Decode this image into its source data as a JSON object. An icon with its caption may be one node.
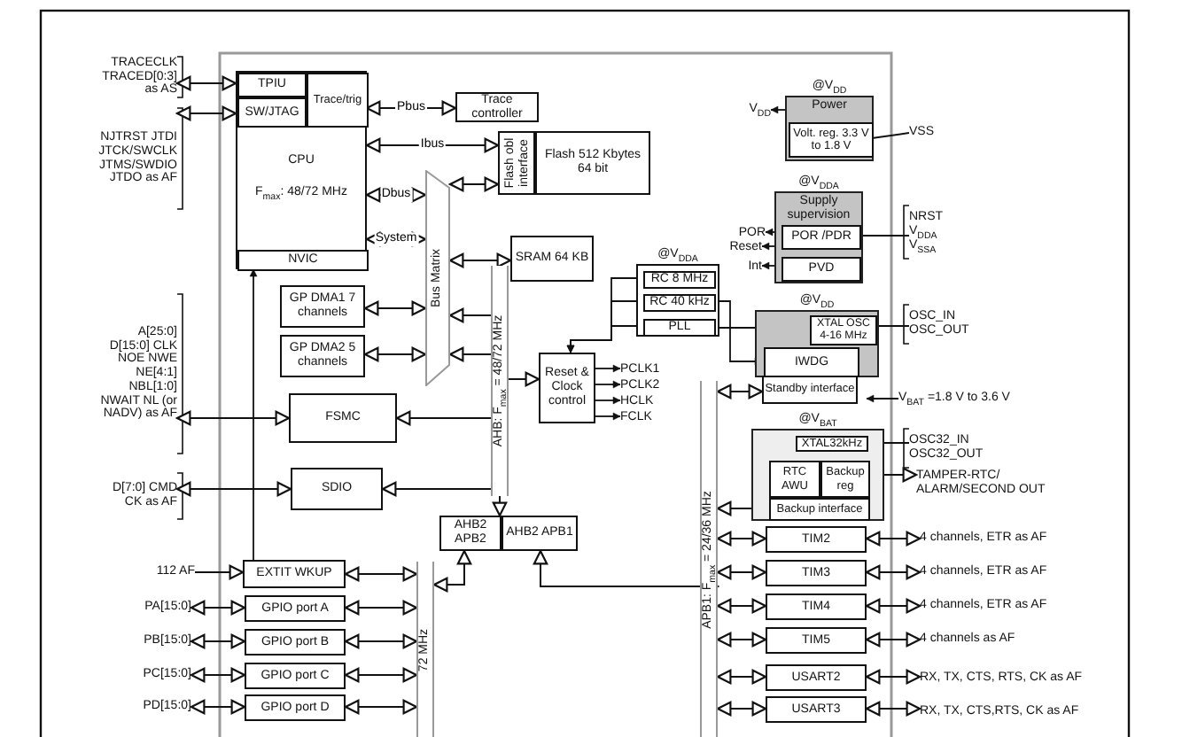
{
  "diagram": {
    "nodes": [
      {
        "text": [
          "CPU",
          "F$_{max}$: 48/72 MHz"
        ]
      },
      {
        "text": [
          "TPIU"
        ],
        "in": 0
      },
      {
        "text": [
          "SW/JTAG"
        ],
        "in": 0
      },
      {
        "text": [
          "Trace/trig"
        ],
        "in": 0
      },
      {
        "text": [
          "NVIC"
        ],
        "in": 0
      },
      {
        "text": [
          "Trace controller"
        ]
      },
      {
        "text": [
          "Flash obl interface"
        ]
      },
      {
        "text": [
          "Flash 512 Kbytes 64 bit"
        ]
      },
      {
        "text": [
          "Bus Matrix"
        ]
      },
      {
        "text": [
          "SRAM 64 KB"
        ]
      },
      {
        "text": [
          "GP DMA1 7 channels"
        ]
      },
      {
        "text": [
          "GP DMA2 5 channels"
        ]
      },
      {
        "text": [
          "FSMC"
        ]
      },
      {
        "text": [
          "SDIO"
        ]
      },
      {
        "text": [
          "Reset & Clock control"
        ]
      },
      {
        "text": [
          "@V$_{DDA}$"
        ]
      },
      {
        "text": [
          "RC 8 MHz"
        ],
        "in": 15
      },
      {
        "text": [
          "RC 40 kHz"
        ],
        "in": 15
      },
      {
        "text": [
          "PLL"
        ],
        "in": 15
      },
      {
        "text": [
          "@V$_{DD}$",
          "Power"
        ]
      },
      {
        "text": [
          "Volt. reg. 3.3 V to 1.8 V"
        ],
        "in": 19
      },
      {
        "text": [
          "@V$_{DDA}$",
          "Supply supervision"
        ]
      },
      {
        "text": [
          "POR /PDR"
        ],
        "in": 21
      },
      {
        "text": [
          "PVD"
        ],
        "in": 21
      },
      {
        "text": [
          "@V$_{DD}$"
        ]
      },
      {
        "text": [
          "XTAL OSC 4-16 MHz"
        ],
        "in": 24
      },
      {
        "text": [
          "IWDG"
        ],
        "in": 24
      },
      {
        "text": [
          "Standby interface"
        ]
      },
      {
        "text": [
          "@V$_{BAT}$"
        ]
      },
      {
        "text": [
          "XTAL32kHz"
        ],
        "in": 28
      },
      {
        "text": [
          "RTC AWU"
        ],
        "in": 28
      },
      {
        "text": [
          "Backup reg"
        ],
        "in": 28
      },
      {
        "text": [
          "Backup interface"
        ],
        "in": 28
      },
      {
        "text": [
          "AHB2 APB2"
        ]
      },
      {
        "text": [
          "AHB2 APB1"
        ]
      },
      {
        "text": [
          "EXTIT WKUP"
        ]
      },
      {
        "text": [
          "GPIO port A"
        ]
      },
      {
        "text": [
          "GPIO port B"
        ]
      },
      {
        "text": [
          "GPIO port C"
        ]
      },
      {
        "text": [
          "GPIO port D"
        ]
      },
      {
        "text": [
          "TIM2"
        ]
      },
      {
        "text": [
          "TIM3"
        ]
      },
      {
        "text": [
          "TIM4"
        ]
      },
      {
        "text": [
          "TIM5"
        ]
      },
      {
        "text": [
          "USART2"
        ]
      },
      {
        "text": [
          "USART3"
        ]
      },
      {
        "text": [
          "APB1: F$_{max}$ = 24/36 MHz"
        ]
      },
      {
        "text": [
          "72 MHz"
        ]
      },
      {
        "text": [
          "AHB: F$_{max}$ = 48/72 MHz"
        ]
      },
      {
        "text": [
          "TRACECLK TRACED[0:3] as AS"
        ]
      },
      {
        "text": [
          "NJTRST JTDI JTCK/SWCLK JTMS/SWDIO JTDO as AF"
        ]
      },
      {
        "text": [
          "A[25:0] D[15:0] CLK NOE NWE NE[4:1] NBL[1:0] NWAIT NL (or NADV) as AF"
        ]
      },
      {
        "text": [
          "D[7:0] CMD CK as AF"
        ]
      },
      {
        "text": [
          "112 AF"
        ]
      },
      {
        "text": [
          "PA[15:0]"
        ]
      },
      {
        "text": [
          "PB[15:0]"
        ]
      },
      {
        "text": [
          "PC[15:0]"
        ]
      },
      {
        "text": [
          "PD[15:0]"
        ]
      },
      {
        "text": [
          "V$_{DD}$"
        ]
      },
      {
        "text": [
          "VSS"
        ]
      },
      {
        "text": [
          "POR"
        ]
      },
      {
        "text": [
          "Reset"
        ]
      },
      {
        "text": [
          "Int"
        ]
      },
      {
        "text": [
          "NRST V$_{DDA}$ V$_{SSA}$"
        ]
      },
      {
        "text": [
          "OSC_IN OSC_OUT"
        ]
      },
      {
        "text": [
          "V$_{BAT}$ =1.8 V to 3.6 V"
        ]
      },
      {
        "text": [
          "OSC32_IN OSC32_OUT"
        ]
      },
      {
        "text": [
          "TAMPER-RTC/ ALARM/SECOND OUT"
        ]
      },
      {
        "text": [
          "PCLK1"
        ]
      },
      {
        "text": [
          "PCLK2"
        ]
      },
      {
        "text": [
          "HCLK"
        ]
      },
      {
        "text": [
          "FCLK"
        ]
      },
      {
        "text": [
          "4 channels, ETR as AF"
        ]
      },
      {
        "text": [
          "4 channels, ETR as AF"
        ]
      },
      {
        "text": [
          "4 channels, ETR as AF"
        ]
      },
      {
        "text": [
          "4 channels as AF"
        ]
      },
      {
        "text": [
          "RX, TX, CTS, RTS, CK as AF"
        ]
      },
      {
        "text": [
          "RX, TX, CTS,RTS, CK as AF"
        ]
      }
    ],
    "edges": [
      {
        "from": 49,
        "to": 1,
        "arrow": "both"
      },
      {
        "from": 50,
        "to": 2,
        "arrow": "both"
      },
      {
        "from": 3,
        "to": 5,
        "arrow": "both",
        "label": "Pbus"
      },
      {
        "from": 0,
        "to": 6,
        "arrow": "both",
        "label": "Ibus"
      },
      {
        "from": 0,
        "to": 8,
        "arrow": "both",
        "label": "Dbus"
      },
      {
        "from": 0,
        "to": 8,
        "arrow": "both",
        "label": "System"
      },
      {
        "from": 6,
        "to": 8,
        "arrow": "both"
      },
      {
        "from": 8,
        "to": 9,
        "arrow": "both"
      },
      {
        "from": 10,
        "to": 8,
        "arrow": "both"
      },
      {
        "from": 11,
        "to": 8,
        "arrow": "both"
      },
      {
        "from": 51,
        "to": 12,
        "arrow": "both"
      },
      {
        "from": 52,
        "to": 13,
        "arrow": "both"
      },
      {
        "from": 48,
        "to": 8,
        "arrow": "to"
      },
      {
        "from": 48,
        "to": 8,
        "arrow": "to"
      },
      {
        "from": 48,
        "to": 12,
        "arrow": "to"
      },
      {
        "from": 48,
        "to": 13,
        "arrow": "to"
      },
      {
        "from": 48,
        "to": 14,
        "arrow": "to"
      },
      {
        "from": 48,
        "to": 33,
        "arrow": "to"
      },
      {
        "from": 14,
        "to": 68,
        "arrow": "to"
      },
      {
        "from": 14,
        "to": 69,
        "arrow": "to"
      },
      {
        "from": 14,
        "to": 70,
        "arrow": "to"
      },
      {
        "from": 14,
        "to": 71,
        "arrow": "to"
      },
      {
        "from": 16,
        "to": 14,
        "arrow": "to"
      },
      {
        "from": 17,
        "to": 14,
        "arrow": "to"
      },
      {
        "from": 18,
        "to": 14,
        "arrow": "to"
      },
      {
        "from": 17,
        "to": 26,
        "arrow": "to"
      },
      {
        "from": 25,
        "to": 18,
        "arrow": "none"
      },
      {
        "from": 19,
        "to": 58,
        "arrow": "to"
      },
      {
        "from": 20,
        "to": 59,
        "arrow": "none"
      },
      {
        "from": 22,
        "to": 60,
        "arrow": "to"
      },
      {
        "from": 22,
        "to": 61,
        "arrow": "to"
      },
      {
        "from": 23,
        "to": 62,
        "arrow": "to"
      },
      {
        "from": 22,
        "to": 63,
        "arrow": "none"
      },
      {
        "from": 25,
        "to": 64,
        "arrow": "none"
      },
      {
        "from": 65,
        "to": null,
        "arrow": "to"
      },
      {
        "from": 29,
        "to": 66,
        "arrow": "none"
      },
      {
        "from": 31,
        "to": 67,
        "arrow": "both"
      },
      {
        "from": 27,
        "to": 46,
        "arrow": "both"
      },
      {
        "from": 32,
        "to": 46,
        "arrow": "both"
      },
      {
        "from": 40,
        "to": 46,
        "arrow": "both"
      },
      {
        "from": 41,
        "to": 46,
        "arrow": "both"
      },
      {
        "from": 42,
        "to": 46,
        "arrow": "both"
      },
      {
        "from": 43,
        "to": 46,
        "arrow": "both"
      },
      {
        "from": 44,
        "to": 46,
        "arrow": "both"
      },
      {
        "from": 45,
        "to": 46,
        "arrow": "both"
      },
      {
        "from": 40,
        "to": 72,
        "arrow": "both"
      },
      {
        "from": 41,
        "to": 73,
        "arrow": "both"
      },
      {
        "from": 42,
        "to": 74,
        "arrow": "both"
      },
      {
        "from": 43,
        "to": 75,
        "arrow": "both"
      },
      {
        "from": 44,
        "to": 76,
        "arrow": "both"
      },
      {
        "from": 45,
        "to": 77,
        "arrow": "both"
      },
      {
        "from": 34,
        "to": 46,
        "arrow": "both"
      },
      {
        "from": 33,
        "to": 47,
        "arrow": "both"
      },
      {
        "from": 35,
        "to": 47,
        "arrow": "both"
      },
      {
        "from": 36,
        "to": 47,
        "arrow": "both"
      },
      {
        "from": 37,
        "to": 47,
        "arrow": "both"
      },
      {
        "from": 38,
        "to": 47,
        "arrow": "both"
      },
      {
        "from": 39,
        "to": 47,
        "arrow": "both"
      },
      {
        "from": 53,
        "to": 35,
        "arrow": "to"
      },
      {
        "from": 54,
        "to": 36,
        "arrow": "both"
      },
      {
        "from": 55,
        "to": 37,
        "arrow": "both"
      },
      {
        "from": 56,
        "to": 38,
        "arrow": "both"
      },
      {
        "from": 57,
        "to": 39,
        "arrow": "both"
      },
      {
        "from": 35,
        "to": 4,
        "arrow": "to"
      }
    ]
  }
}
